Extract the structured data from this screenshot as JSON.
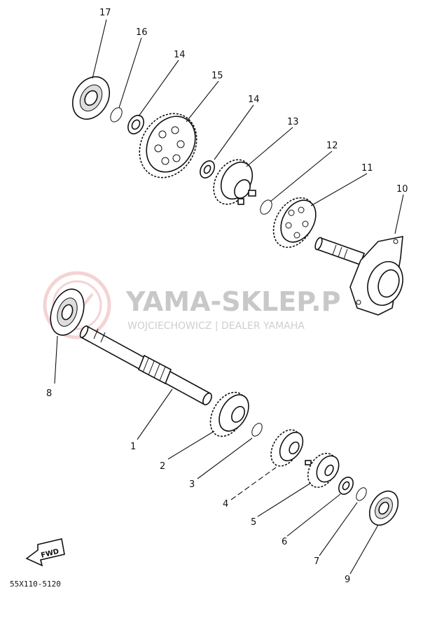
{
  "labels": {
    "p1": "1",
    "p2": "2",
    "p3": "3",
    "p4": "4",
    "p5": "5",
    "p6": "6",
    "p7": "7",
    "p8": "8",
    "p9": "9",
    "p10": "10",
    "p11": "11",
    "p12": "12",
    "p13": "13",
    "p14a": "14",
    "p14b": "14",
    "p15": "15",
    "p16": "16",
    "p17": "17"
  },
  "watermark": {
    "title": "YAMA-SKLEP.P",
    "subtitle": "WOJCIECHOWICZ | DEALER YAMAHA"
  },
  "fwd_label": "FWD",
  "diagram_code": "55X110-5120",
  "colors": {
    "ink": "#111111",
    "watermark": "#c8c8c8",
    "watermark_logo": "#e8a0a0"
  }
}
